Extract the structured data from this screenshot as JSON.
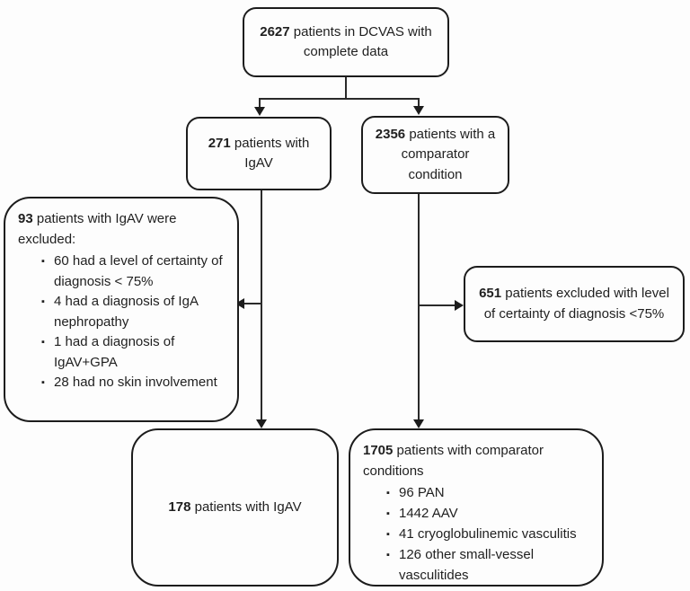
{
  "diagram": {
    "type": "flowchart",
    "description": "Patient selection flow diagram for DCVAS IgAV study",
    "colors": {
      "border": "#1c1c1c",
      "text": "#1f1f1f",
      "background": "#fdfdfd"
    },
    "boxes": {
      "top": {
        "count": "2627",
        "label": "patients in DCVAS with complete data"
      },
      "igav": {
        "count": "271",
        "label": "patients with IgAV"
      },
      "comparator": {
        "count": "2356",
        "label": "patients with a comparator condition"
      },
      "igav_excluded": {
        "count": "93",
        "label": "patients with IgAV were excluded:",
        "bullets": [
          "60 had a level of certainty of diagnosis < 75%",
          "4 had a diagnosis of IgA nephropathy",
          "1 had a diagnosis of IgAV+GPA",
          "28 had no skin involvement"
        ]
      },
      "comparator_excluded": {
        "count": "651",
        "label": "patients excluded with level of certainty of diagnosis <75%"
      },
      "igav_final": {
        "count": "178",
        "label": "patients with IgAV"
      },
      "comparator_final": {
        "count": "1705",
        "label": "patients with comparator conditions",
        "bullets": [
          "96 PAN",
          "1442 AAV",
          "41 cryoglobulinemic vasculitis",
          "126 other small-vessel vasculitides"
        ]
      }
    }
  }
}
